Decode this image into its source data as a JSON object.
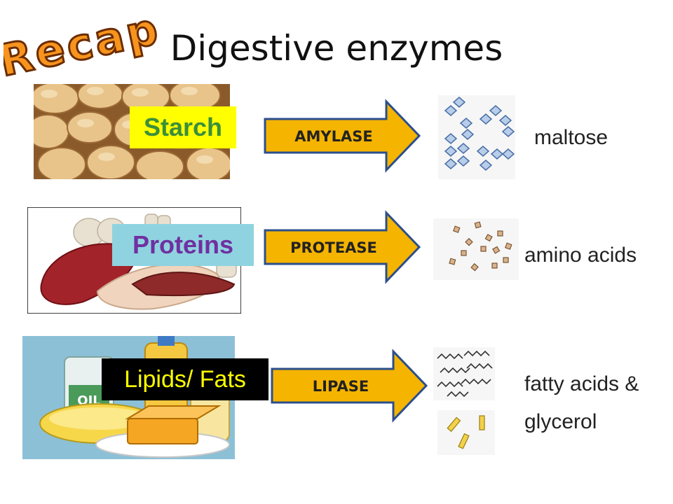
{
  "slide": {
    "title": "Digestive enzymes",
    "badge": "Recap",
    "colors": {
      "arrow_fill": "#f5b400",
      "arrow_stroke": "#2b4f8c",
      "starch_label_bg": "#ffff00",
      "starch_label_text": "#3a8f3a",
      "proteins_label_bg": "#8fd3e0",
      "proteins_label_text": "#7030a0",
      "lipids_label_bg": "#000000",
      "lipids_label_text": "#ffff00",
      "badge_fill": "#f7941d"
    },
    "rows": [
      {
        "substrate": "Starch",
        "enzyme": "AMYLASE",
        "product": "maltose",
        "image_icon": "potatoes-photo",
        "molecule_icon": "maltose-molecules-icon"
      },
      {
        "substrate": "Proteins",
        "enzyme": "PROTEASE",
        "product": "amino acids",
        "image_icon": "meat-photo",
        "molecule_icon": "amino-acid-molecules-icon"
      },
      {
        "substrate": "Lipids/ Fats",
        "enzyme": "LIPASE",
        "product_line1": "fatty acids &",
        "product_line2": "glycerol",
        "image_icon": "oils-and-butter-photo",
        "molecule_icon": "fatty-acid-molecules-icon"
      }
    ]
  }
}
